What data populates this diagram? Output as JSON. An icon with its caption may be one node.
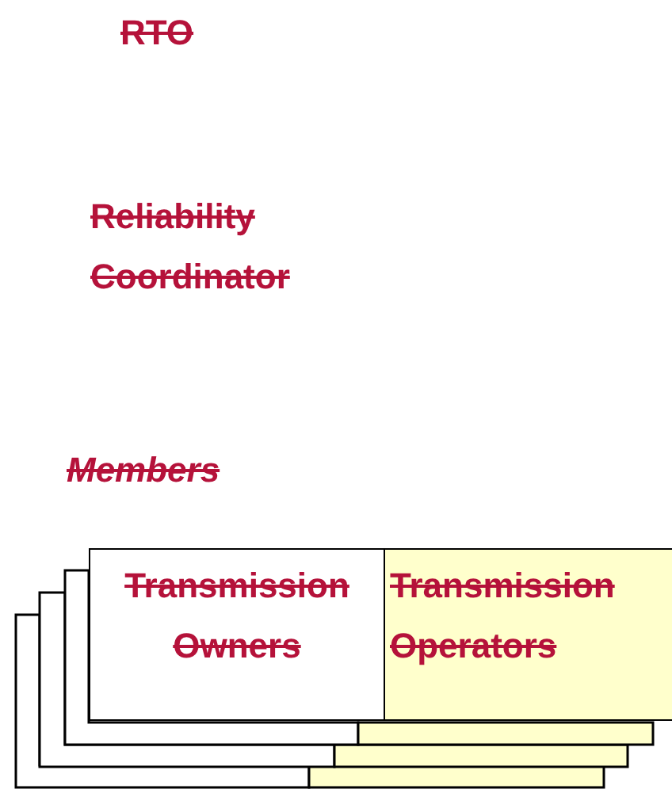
{
  "diagram": {
    "nodes": [
      {
        "text": [],
        "shape": "box"
      },
      {
        "text": [],
        "shape": "box"
      },
      {
        "text": [],
        "shape": "box"
      },
      {
        "text": [],
        "shape": "box"
      },
      {
        "text": [],
        "shape": "box"
      },
      {
        "text": [],
        "shape": "box"
      },
      {
        "text": [
          "Transmission Owners"
        ]
      },
      {
        "text": [
          "Transmission Operators"
        ]
      }
    ],
    "labels": [
      "RTO",
      "Reliability Coordinator",
      "Members"
    ]
  }
}
